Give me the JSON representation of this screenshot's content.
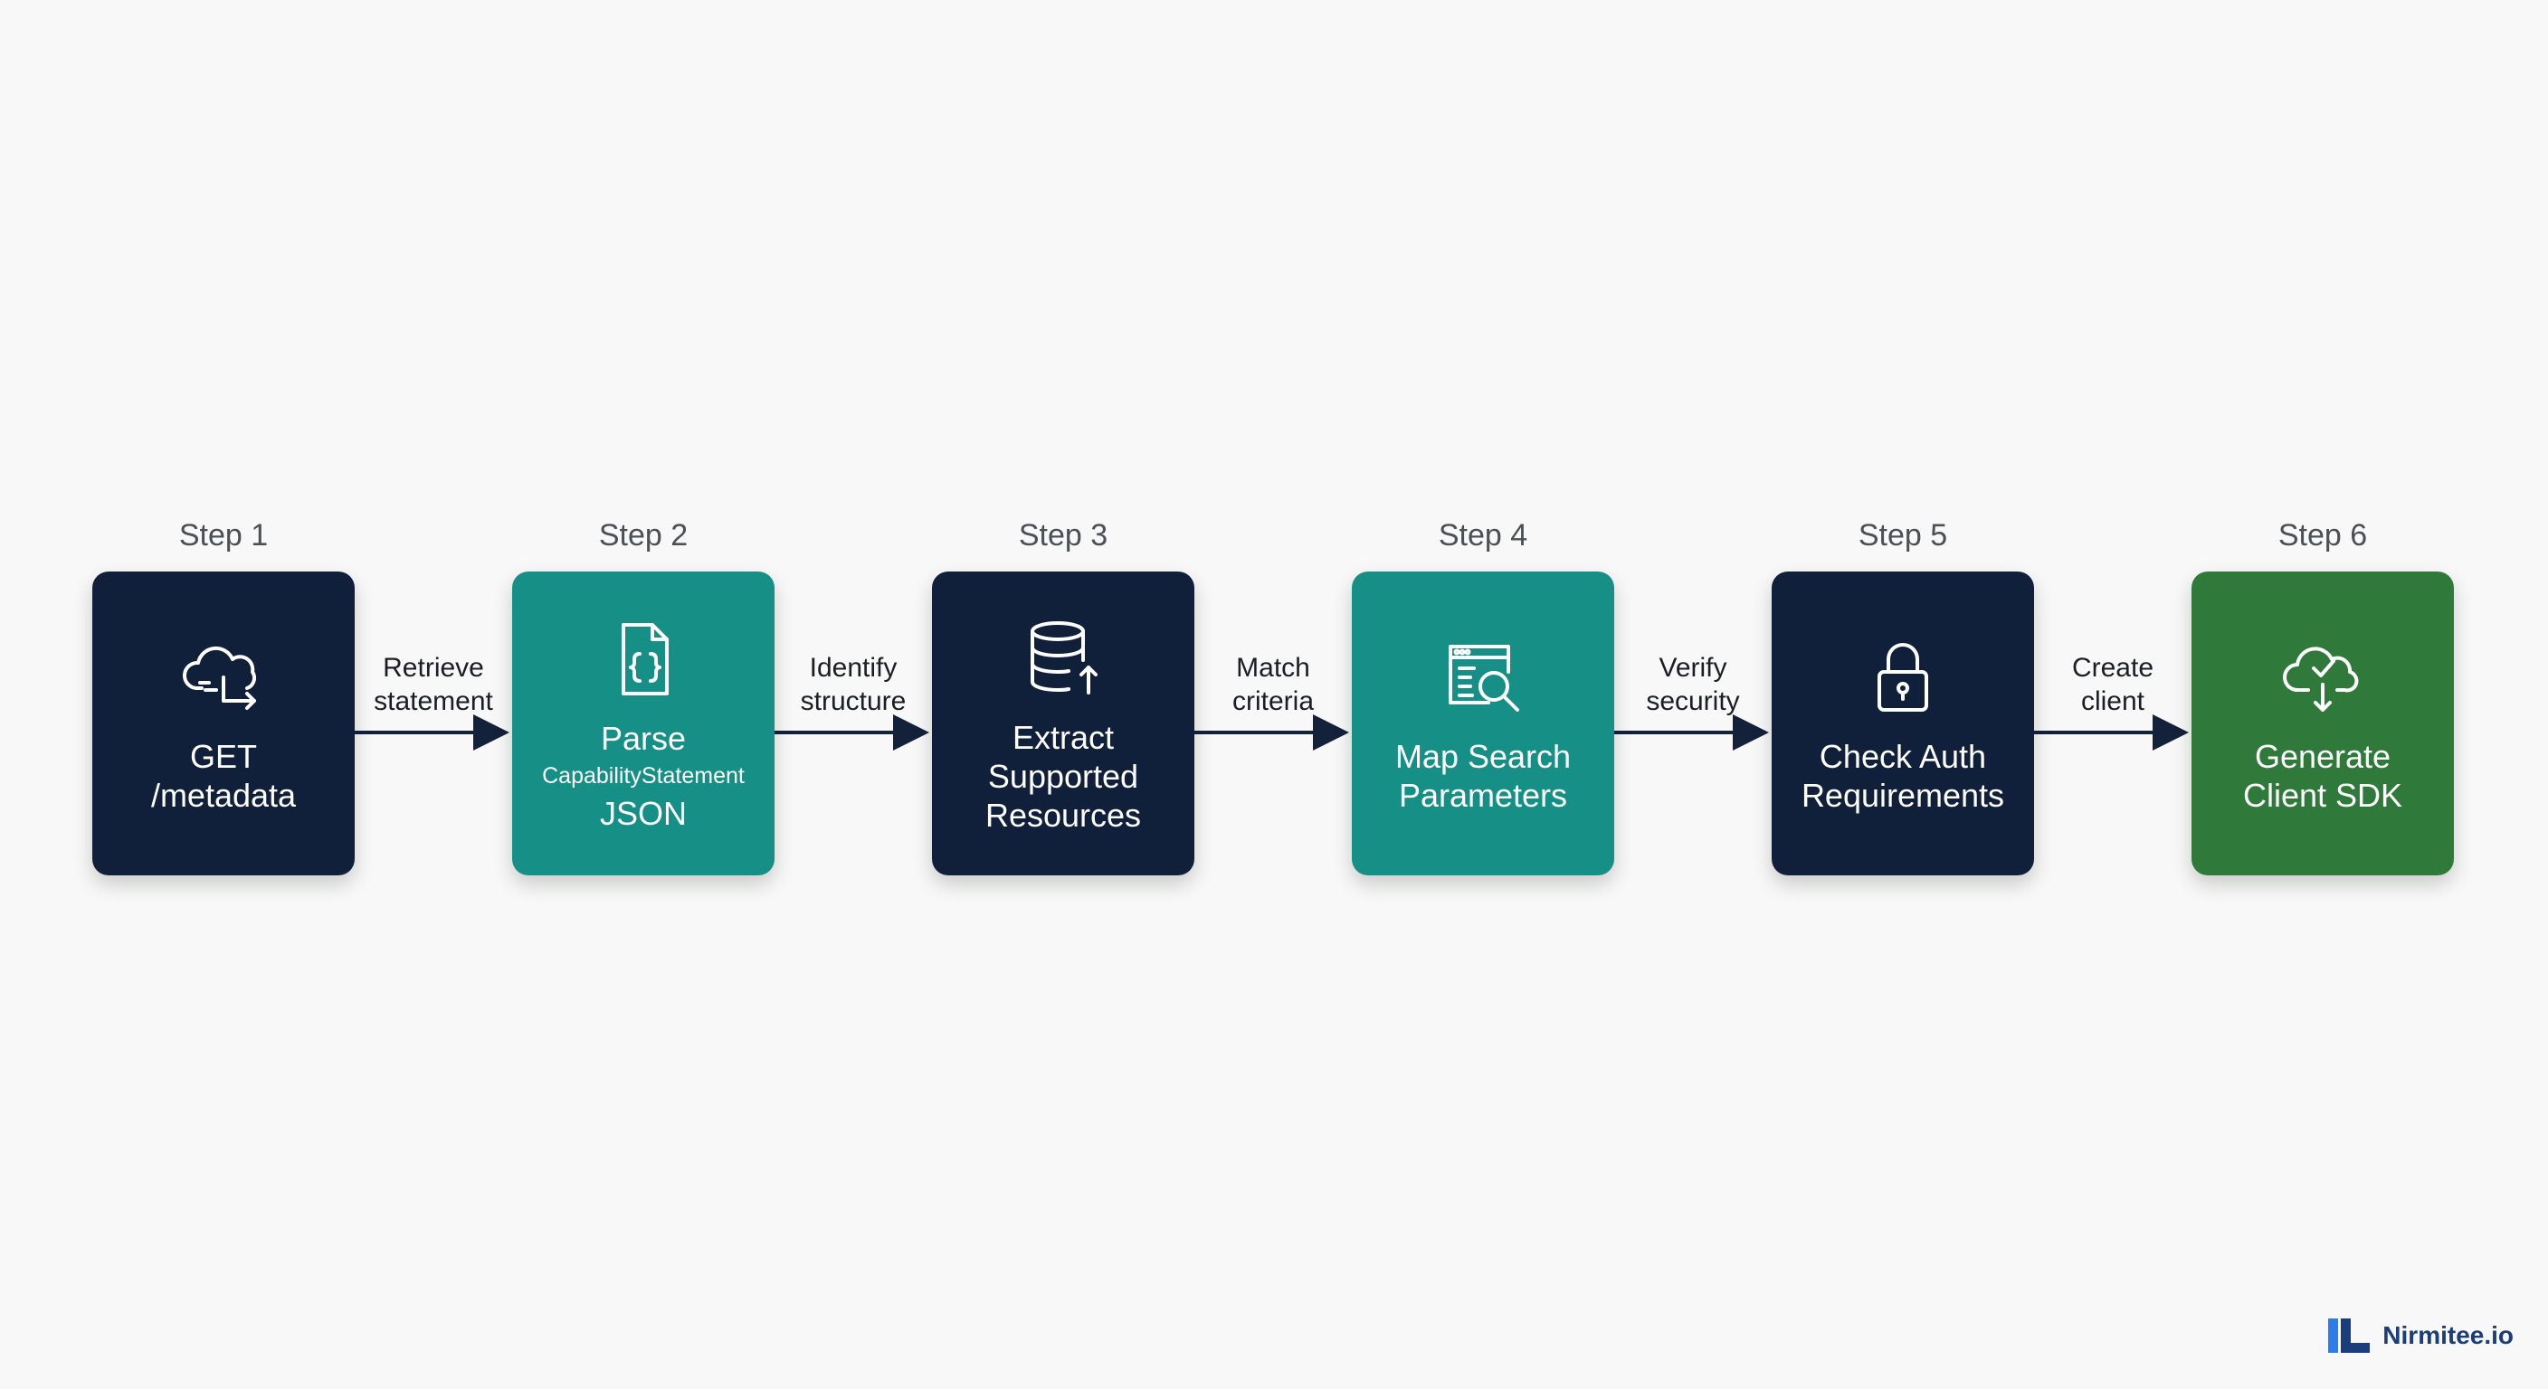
{
  "steps": [
    {
      "step": "Step 1",
      "title": [
        "GET",
        "/metadata"
      ],
      "color": "#11203a",
      "icon": "cloud-download-icon"
    },
    {
      "step": "Step 2",
      "title": [
        "Parse",
        "CapabilityStatement",
        "JSON"
      ],
      "color": "#168f86",
      "icon": "json-file-icon"
    },
    {
      "step": "Step 3",
      "title": [
        "Extract",
        "Supported",
        "Resources"
      ],
      "color": "#11203a",
      "icon": "database-icon"
    },
    {
      "step": "Step 4",
      "title": [
        "Map Search",
        "Parameters"
      ],
      "color": "#168f86",
      "icon": "search-window-icon"
    },
    {
      "step": "Step 5",
      "title": [
        "Check Auth",
        "Requirements"
      ],
      "color": "#11203a",
      "icon": "lock-icon"
    },
    {
      "step": "Step 6",
      "title": [
        "Generate",
        "Client SDK"
      ],
      "color": "#2f7a3a",
      "icon": "cloud-check-icon"
    }
  ],
  "connectors": [
    [
      "Retrieve",
      "statement"
    ],
    [
      "Identify",
      "structure"
    ],
    [
      "Match",
      "criteria"
    ],
    [
      "Verify",
      "security"
    ],
    [
      "Create",
      "client"
    ]
  ],
  "brand": {
    "name": "Nirmitee.io",
    "color": "#1a3d7c",
    "accent": "#2b7de9"
  }
}
